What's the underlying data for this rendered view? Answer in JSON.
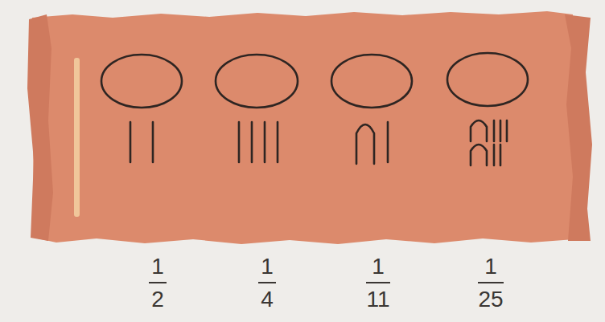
{
  "diagram": {
    "labels": [
      "1",
      "2",
      "1",
      "4",
      "1",
      "11",
      "1",
      "25"
    ]
  }
}
